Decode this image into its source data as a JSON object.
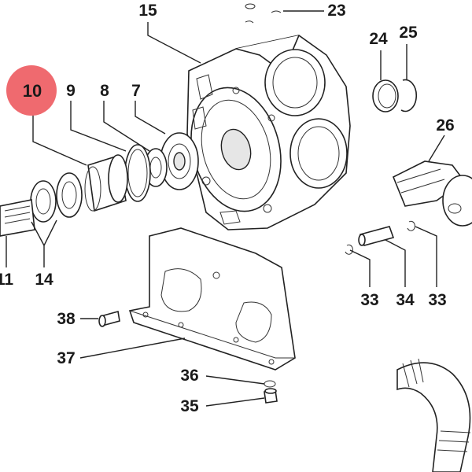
{
  "diagram": {
    "highlight_color": "#ef6a6f",
    "highlighted_label": "10",
    "labels": {
      "l15": "15",
      "l23": "23",
      "l24": "24",
      "l25": "25",
      "l10": "10",
      "l9": "9",
      "l8": "8",
      "l7": "7",
      "l26": "26",
      "l11": "11",
      "l14": "14",
      "l33a": "33",
      "l34": "34",
      "l33b": "33",
      "l38": "38",
      "l37": "37",
      "l36": "36",
      "l35": "35"
    }
  }
}
